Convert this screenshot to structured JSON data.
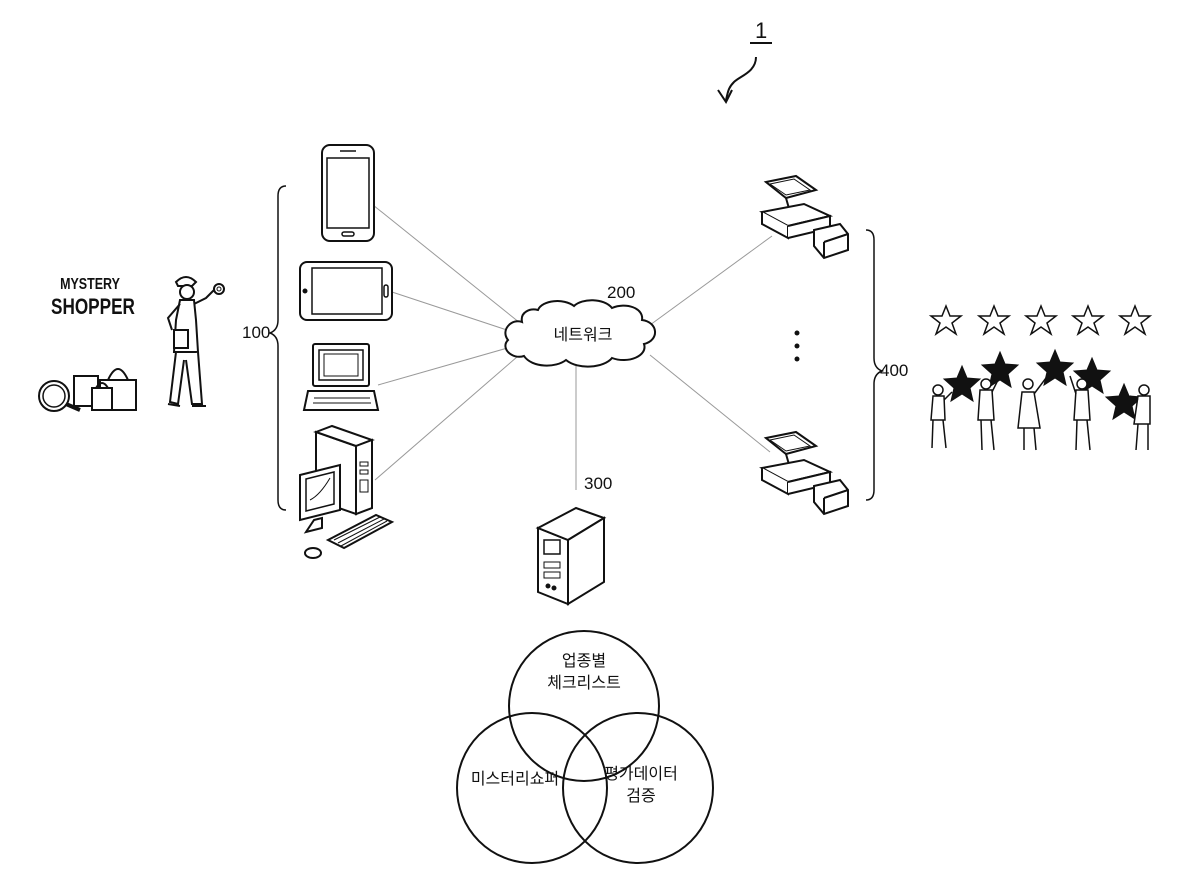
{
  "figure": {
    "number": "1",
    "refs": {
      "devices": "100",
      "network": "200",
      "server": "300",
      "pos": "400"
    },
    "network_label": "네트워크",
    "shopper": {
      "line1": "MYSTERY",
      "line2": "SHOPPER"
    },
    "venn": {
      "top": [
        "업종별",
        "체크리스트"
      ],
      "left": [
        "미스터리쇼퍼"
      ],
      "right": [
        "평가데이터",
        "검증"
      ]
    }
  },
  "colors": {
    "stroke": "#111111",
    "link": "#888888",
    "background": "#ffffff"
  }
}
